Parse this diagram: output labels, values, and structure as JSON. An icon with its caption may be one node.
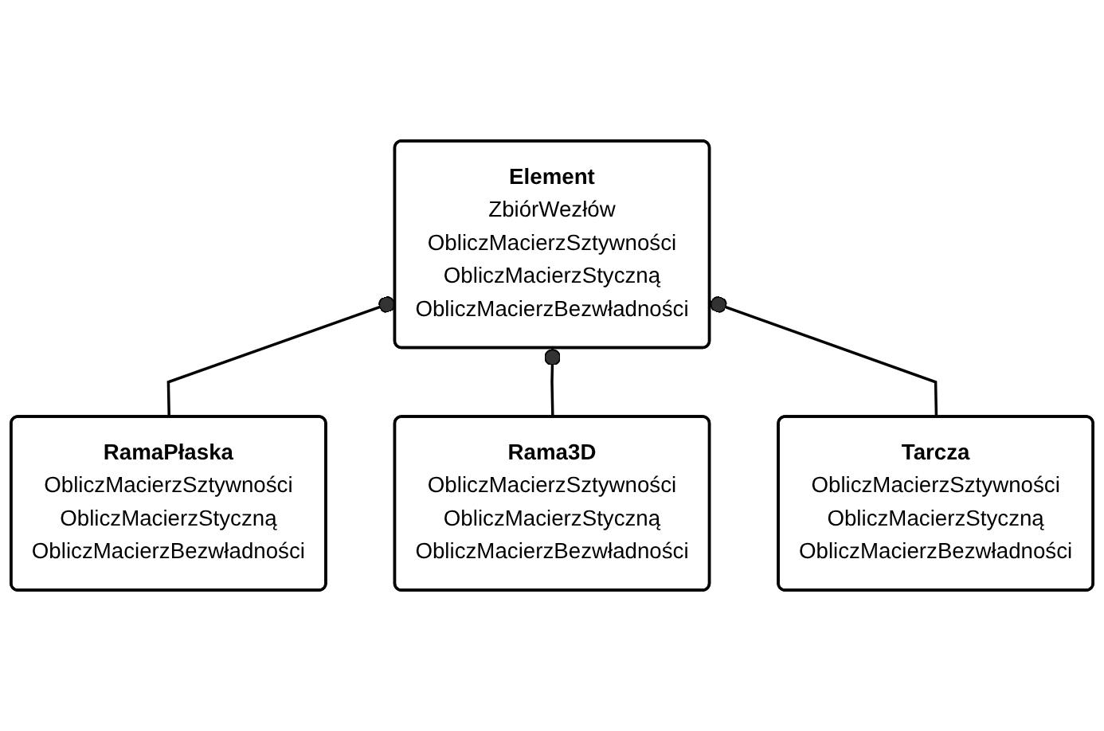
{
  "diagram": {
    "nodes": [
      {
        "text": [
          "Element",
          "ZbiórWezłów",
          "ObliczMacierzSztywności",
          "ObliczMacierzStyczną",
          "ObliczMacierzBezwładności"
        ]
      },
      {
        "text": [
          "RamaPłaska",
          "ObliczMacierzSztywności",
          "ObliczMacierzStyczną",
          "ObliczMacierzBezwładności"
        ]
      },
      {
        "text": [
          "Rama3D",
          "ObliczMacierzSztywności",
          "ObliczMacierzStyczną",
          "ObliczMacierzBezwładności"
        ]
      },
      {
        "text": [
          "Tarcza",
          "ObliczMacierzSztywności",
          "ObliczMacierzStyczną",
          "ObliczMacierzBezwładności"
        ]
      }
    ],
    "edges": [
      {
        "from": 1,
        "to": 0,
        "arrow": "other"
      },
      {
        "from": 2,
        "to": 0,
        "arrow": "other"
      },
      {
        "from": 3,
        "to": 0,
        "arrow": "other"
      }
    ]
  }
}
